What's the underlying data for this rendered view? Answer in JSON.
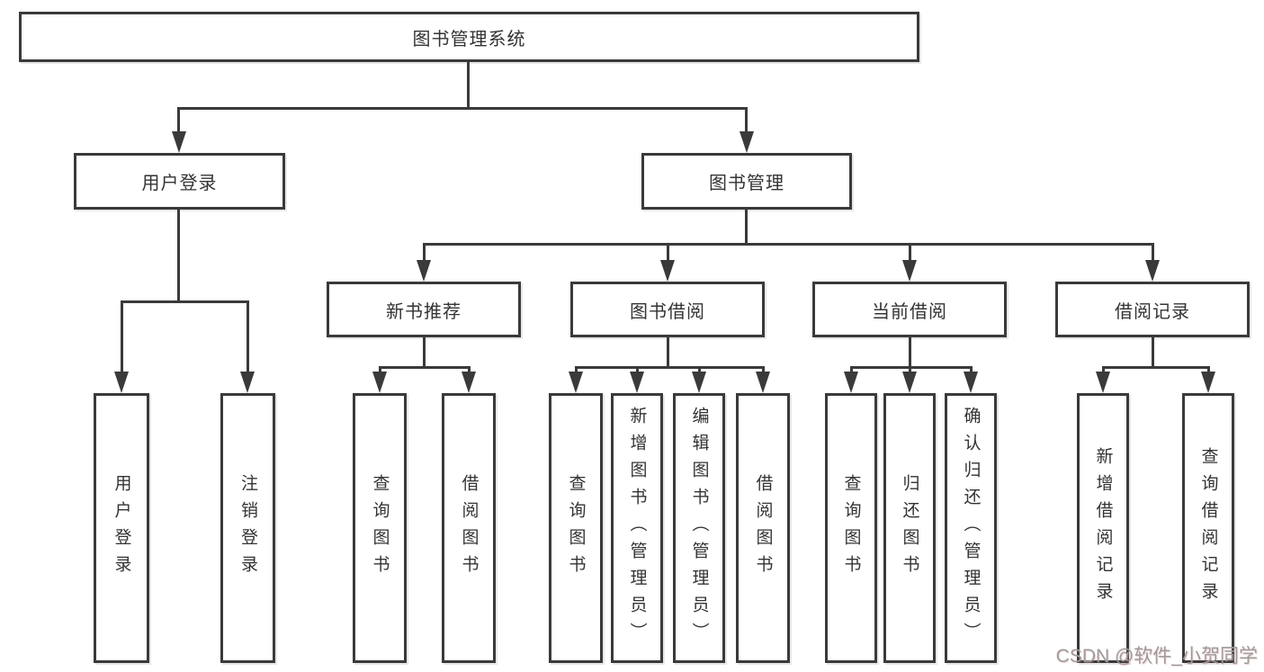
{
  "diagram": {
    "type": "tree",
    "root": {
      "label": "图书管理系统"
    },
    "level2": {
      "user_login": {
        "label": "用户登录"
      },
      "book_mgmt": {
        "label": "图书管理"
      }
    },
    "level3": {
      "new_book_rec": {
        "label": "新书推荐",
        "parent": "图书管理"
      },
      "book_borrow": {
        "label": "图书借阅",
        "parent": "图书管理"
      },
      "current_borrow": {
        "label": "当前借阅",
        "parent": "图书管理"
      },
      "borrow_records": {
        "label": "借阅记录",
        "parent": "图书管理"
      }
    },
    "leaves": {
      "user_login": {
        "label": "用户登录",
        "parent": "用户登录"
      },
      "logout": {
        "label": "注销登录",
        "parent": "用户登录"
      },
      "rec_query_book": {
        "label": "查询图书",
        "parent": "新书推荐"
      },
      "rec_borrow_book": {
        "label": "借阅图书",
        "parent": "新书推荐"
      },
      "bor_query_book": {
        "label": "查询图书",
        "parent": "图书借阅"
      },
      "bor_add_book": {
        "label": "新增图书（管理员）",
        "parent": "图书借阅"
      },
      "bor_edit_book": {
        "label": "编辑图书（管理员）",
        "parent": "图书借阅"
      },
      "bor_borrow_book": {
        "label": "借阅图书",
        "parent": "图书借阅"
      },
      "cur_query_book": {
        "label": "查询图书",
        "parent": "当前借阅"
      },
      "cur_return_book": {
        "label": "归还图书",
        "parent": "当前借阅"
      },
      "cur_confirm_return": {
        "label": "确认归还（管理员）",
        "parent": "当前借阅"
      },
      "his_add_record": {
        "label": "新增借阅记录",
        "parent": "借阅记录"
      },
      "his_query_record": {
        "label": "查询借阅记录",
        "parent": "借阅记录"
      }
    }
  },
  "watermark": {
    "text": "CSDN @软件_小贺同学"
  },
  "colors": {
    "line": "#3a3a3a",
    "box_border": "#3a3a3a",
    "box_background": "#ffffff",
    "text": "#333333",
    "watermark": "#9c9c9c"
  }
}
